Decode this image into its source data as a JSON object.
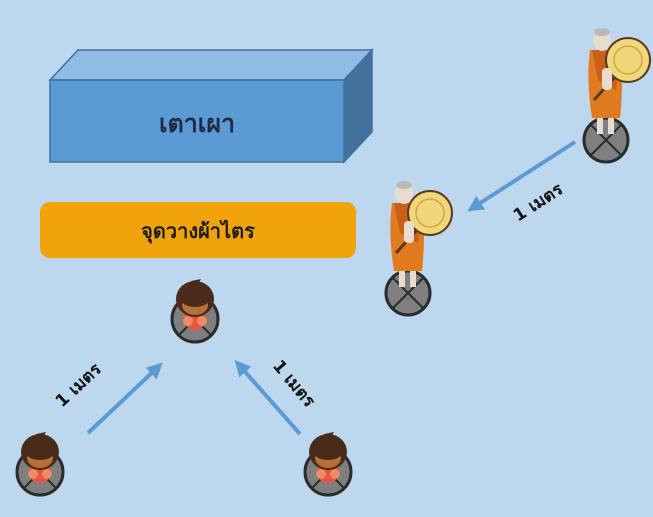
{
  "background_color": "#bdd7ee",
  "crematorium_box": {
    "label": "เตาเผา",
    "front_color": "#5b9bd5",
    "top_color": "#8fbce6",
    "side_color": "#41719c"
  },
  "robe_placement_box": {
    "label": "จุดวางผ้าไตร",
    "color": "#f0a30a"
  },
  "distance_labels": {
    "monk_walk": "1 เมตร",
    "left_person": "1 เมตร",
    "right_person": "1 เมตร"
  },
  "arrow_color": "#5b9bd5",
  "figures": [
    {
      "type": "monk",
      "icon": "monk-with-fan-icon"
    },
    {
      "type": "monk",
      "icon": "monk-with-fan-icon"
    },
    {
      "type": "person",
      "icon": "person-top-view-icon"
    },
    {
      "type": "person",
      "icon": "person-top-view-icon"
    },
    {
      "type": "person",
      "icon": "person-top-view-icon"
    }
  ]
}
